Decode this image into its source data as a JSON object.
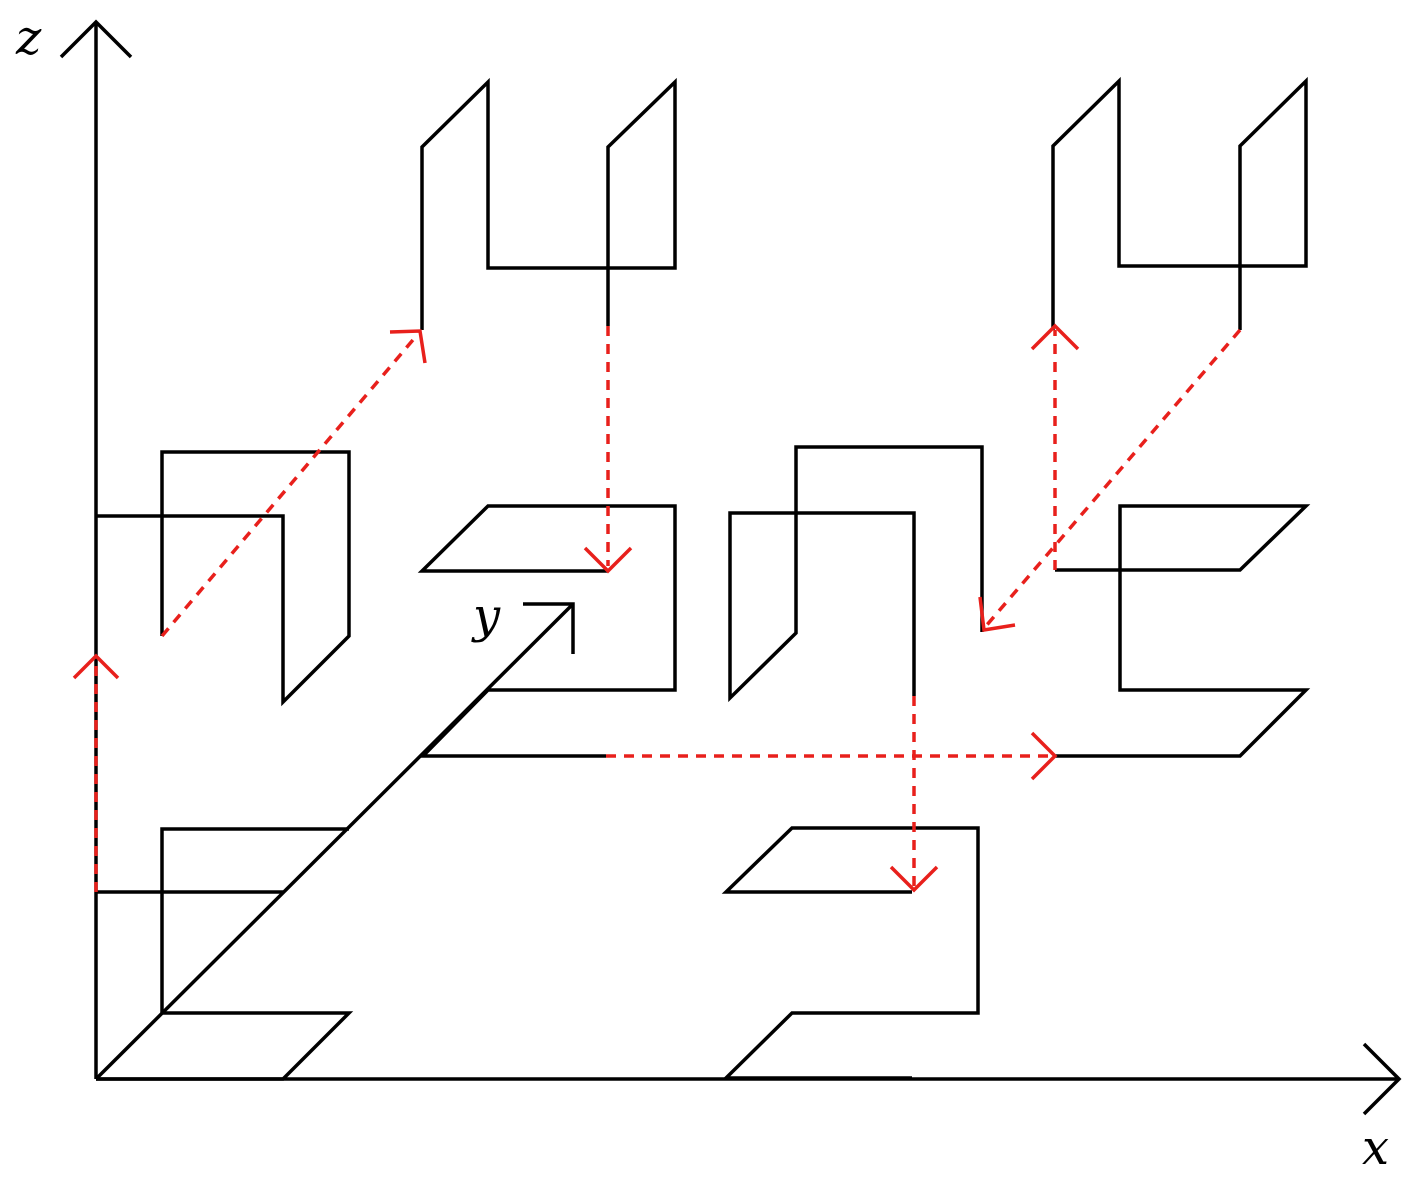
{
  "axes": {
    "x_label": "x",
    "y_label": "y",
    "z_label": "z"
  },
  "colors": {
    "structure": "#000000",
    "path": "#e8201c",
    "background": "#ffffff"
  }
}
